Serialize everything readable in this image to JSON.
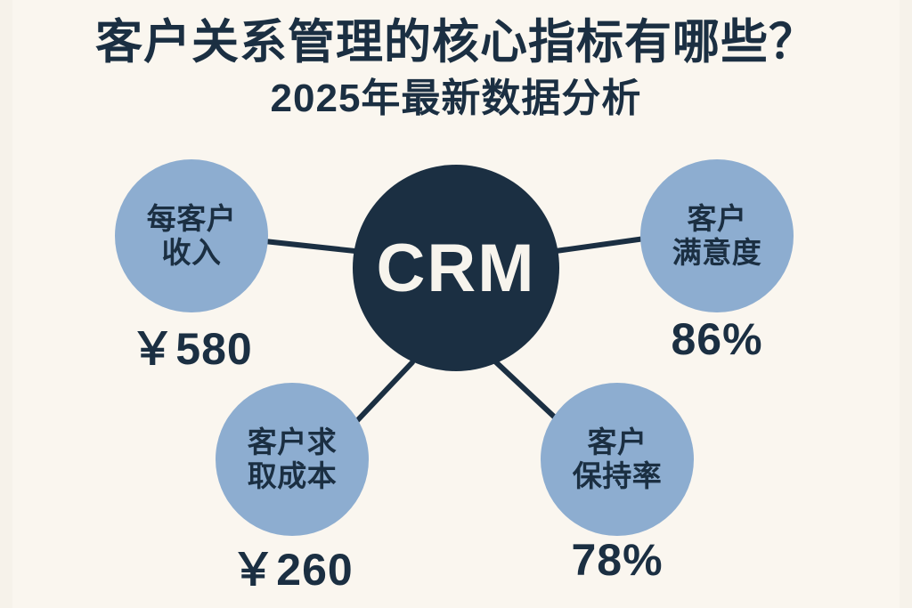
{
  "canvas": {
    "background_color": "#faf6ef",
    "accent_dark": "#1b2f42",
    "accent_light": "#8dadd0",
    "hub_text_color": "#f7f4ed"
  },
  "headings": {
    "title": "客户关系管理的核心指标有哪些？",
    "subtitle": "2025年最新数据分析"
  },
  "hub": {
    "label": "CRM"
  },
  "chart_data": {
    "type": "diagram",
    "layout": "hub-and-spoke",
    "title": "客户关系管理的核心指标有哪些？",
    "subtitle": "2025年最新数据分析",
    "center": "CRM",
    "nodes": [
      {
        "id": "arpu",
        "label": "每客户\n收入",
        "value": "￥580",
        "numeric_value": 580,
        "unit": "￥",
        "position": "top-left"
      },
      {
        "id": "csat",
        "label": "客户\n满意度",
        "value": "86%",
        "numeric_value": 86,
        "unit": "%",
        "position": "top-right"
      },
      {
        "id": "cac",
        "label": "客户求\n取成本",
        "value": "￥260",
        "numeric_value": 260,
        "unit": "￥",
        "position": "bottom-left"
      },
      {
        "id": "retention",
        "label": "客户\n保持率",
        "value": "78%",
        "numeric_value": 78,
        "unit": "%",
        "position": "bottom-right"
      }
    ],
    "edges": [
      {
        "from": "CRM",
        "to": "arpu"
      },
      {
        "from": "CRM",
        "to": "csat"
      },
      {
        "from": "CRM",
        "to": "cac"
      },
      {
        "from": "CRM",
        "to": "retention"
      }
    ]
  }
}
